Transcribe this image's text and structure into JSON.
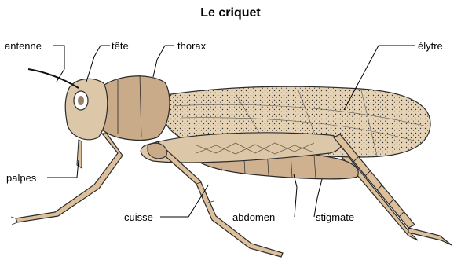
{
  "title": "Le criquet",
  "labels": {
    "antenne": "antenne",
    "tete": "tête",
    "thorax": "thorax",
    "elytre": "élytre",
    "palpes": "palpes",
    "cuisse": "cuisse",
    "abdomen": "abdomen",
    "stigmate": "stigmate"
  },
  "colors": {
    "body": "#dcc8a8",
    "thorax": "#c9ab8a",
    "abdomen": "#cfb08f",
    "wing": "#e6d3b5",
    "leg": "#ddc09b",
    "outline": "#2b2b2b"
  }
}
